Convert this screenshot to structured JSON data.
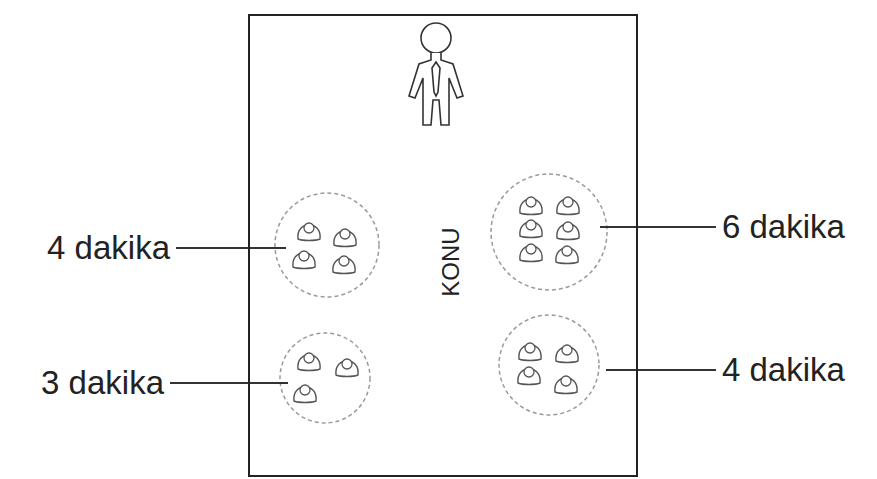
{
  "diagram": {
    "nodes": [
      {
        "text": [
          "KONU"
        ]
      }
    ],
    "labels": [
      "4 dakika",
      "6 dakika",
      "3 dakika",
      "4 dakika"
    ]
  }
}
